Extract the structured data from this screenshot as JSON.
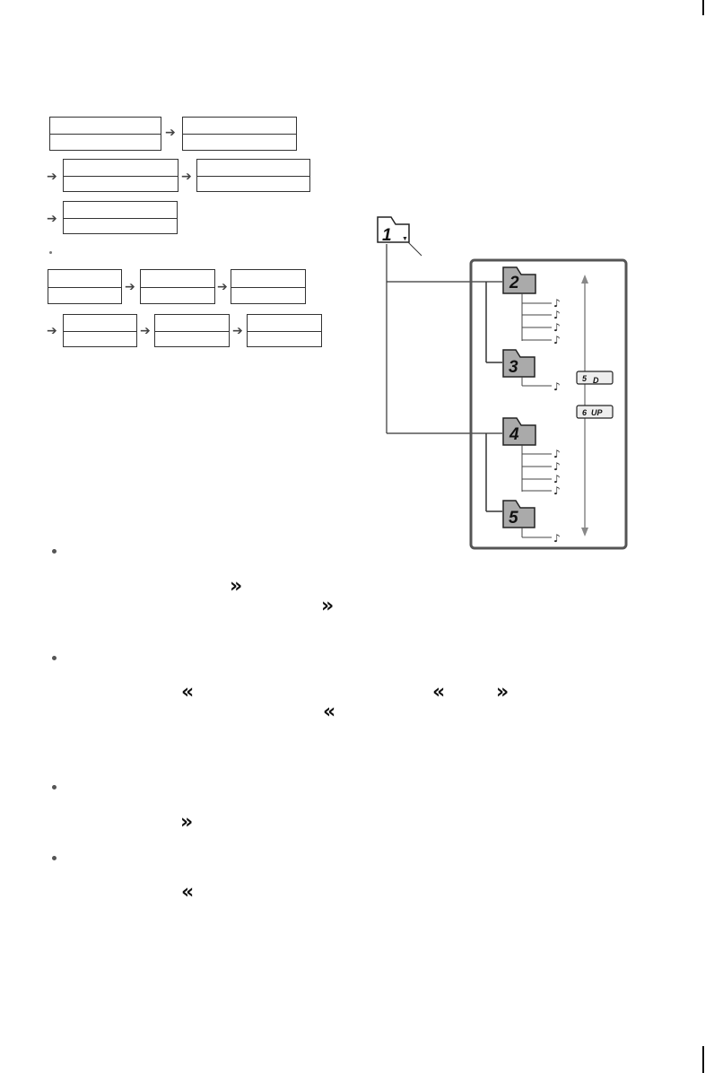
{
  "diagram": {
    "folders": [
      {
        "label": "1"
      },
      {
        "label": "2"
      },
      {
        "label": "3"
      },
      {
        "label": "4"
      },
      {
        "label": "5"
      }
    ],
    "buttons": [
      {
        "label": "5",
        "sub": "D"
      },
      {
        "label": "6",
        "sub": "UP"
      }
    ],
    "track_icon": "music-note-icon"
  },
  "icons": {
    "forward": "»",
    "backward": "«",
    "arrow": "➔"
  }
}
